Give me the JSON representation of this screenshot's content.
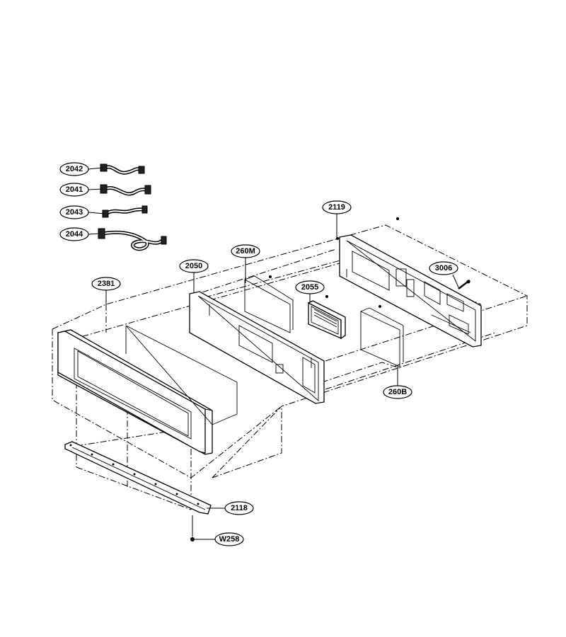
{
  "diagram": {
    "callouts": {
      "c2042": "2042",
      "c2041": "2041",
      "c2043": "2043",
      "c2044": "2044",
      "c2119": "2119",
      "c260M": "260M",
      "c2050": "2050",
      "c2381": "2381",
      "c2055": "2055",
      "c3006": "3006",
      "c260B": "260B",
      "c2118": "2118",
      "cW258": "W258"
    }
  }
}
